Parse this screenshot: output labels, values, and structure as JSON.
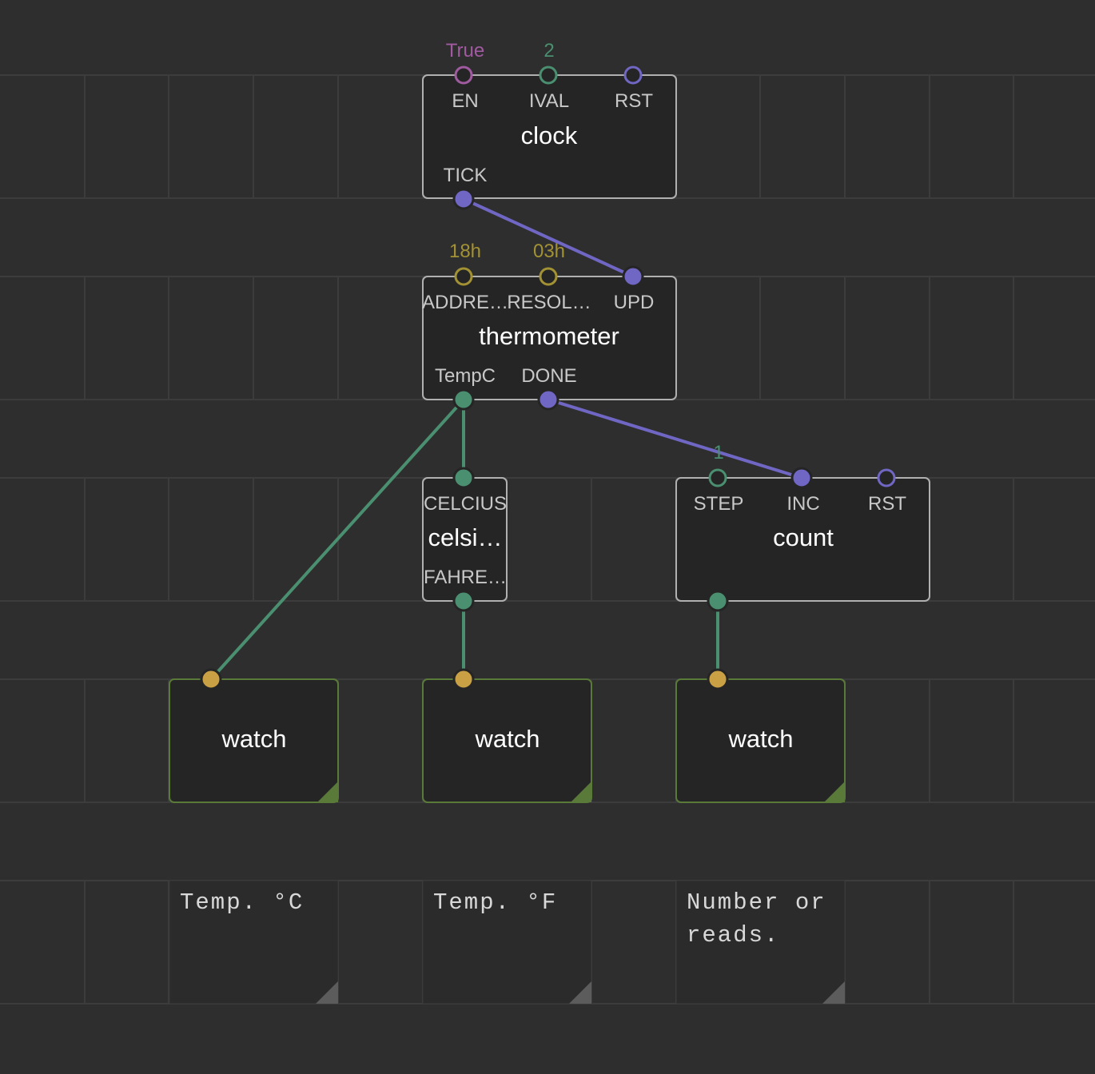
{
  "colors": {
    "background": "#2e2e2e",
    "grid": "#3c3c3c",
    "pulse": "#7066c4",
    "number": "#4a8f70",
    "boolean": "#a05ba0",
    "byte": "#a39234",
    "watch_pin": "#c9a044",
    "watch_border": "#5a7a3a"
  },
  "nodes": {
    "clock": {
      "title": "clock",
      "inputs": [
        {
          "label": "EN",
          "value": "True",
          "type": "boolean"
        },
        {
          "label": "IVAL",
          "value": "2",
          "type": "number"
        },
        {
          "label": "RST",
          "value": "",
          "type": "pulse"
        }
      ],
      "outputs": [
        {
          "label": "TICK",
          "type": "pulse"
        }
      ]
    },
    "thermometer": {
      "title": "thermometer",
      "inputs": [
        {
          "label": "ADDRE…",
          "value": "18h",
          "type": "byte"
        },
        {
          "label": "RESOL…",
          "value": "03h",
          "type": "byte"
        },
        {
          "label": "UPD",
          "value": "",
          "type": "pulse"
        }
      ],
      "outputs": [
        {
          "label": "TempC",
          "type": "number"
        },
        {
          "label": "DONE",
          "type": "pulse"
        }
      ]
    },
    "celsius": {
      "title": "celsi…",
      "inputs": [
        {
          "label": "CELCIUS",
          "type": "number"
        }
      ],
      "outputs": [
        {
          "label": "FAHRE…",
          "type": "number"
        }
      ]
    },
    "count": {
      "title": "count",
      "inputs": [
        {
          "label": "STEP",
          "value": "1",
          "type": "number"
        },
        {
          "label": "INC",
          "value": "",
          "type": "pulse"
        },
        {
          "label": "RST",
          "value": "",
          "type": "pulse"
        }
      ]
    },
    "watches": [
      {
        "title": "watch"
      },
      {
        "title": "watch"
      },
      {
        "title": "watch"
      }
    ]
  },
  "comments": [
    {
      "lines": [
        "Temp. °C"
      ]
    },
    {
      "lines": [
        "Temp. °F"
      ]
    },
    {
      "lines": [
        "Number or",
        "reads."
      ]
    }
  ]
}
